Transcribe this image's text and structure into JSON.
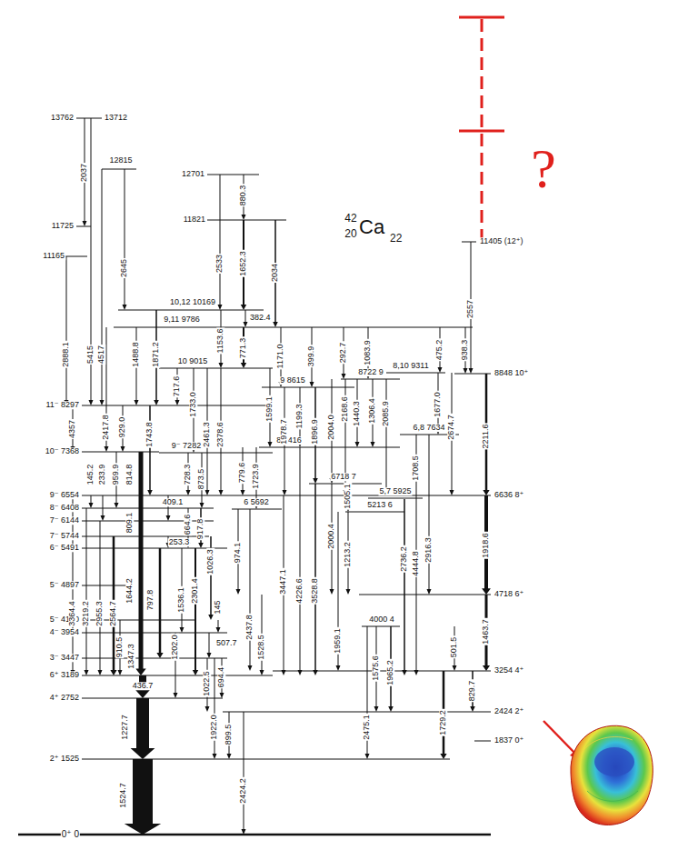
{
  "diagram": {
    "labels": [
      "0⁺ 0",
      "2⁺ 1525",
      "4⁺ 2752",
      "6⁺ 3189",
      "3⁻ 3447",
      "4⁻ 3954",
      "5⁻ 4100",
      "5⁻ 4897",
      "6⁻ 5491",
      "7⁻ 5744",
      "7⁻ 6144",
      "8⁻ 6408",
      "9⁻ 6554",
      "10⁻ 7368",
      "11⁻ 8297",
      "11165",
      "11725",
      "13762",
      "13712",
      "12815",
      "12701",
      "11821",
      "10,12 10169",
      "9,11 9786",
      "10 9015",
      "9 8615",
      "8 7416",
      "9⁻ 7282",
      "6718 7",
      "6 5692",
      "5,7 5925",
      "5213 6",
      "4000 4",
      "6,8 7634",
      "8722 9",
      "8,10 9311",
      "11405 (12⁺)",
      "8848 10⁺",
      "6636 8⁺",
      "4718 6⁺",
      "3254 4⁺",
      "2424 2⁺",
      "1837 0⁺",
      "42",
      "20",
      "Ca",
      "22",
      "?",
      "2037",
      "2888.1",
      "5415",
      "4517",
      "2645",
      "4357",
      "2417.8",
      "929.0",
      "1743.8",
      "1488.8",
      "1871.2",
      "717.6",
      "1733.0",
      "2533",
      "1652.3",
      "880.3",
      "2034",
      "382.4",
      "1153.6",
      "771.3",
      "2461.3",
      "2378.6",
      "728.3",
      "873.5",
      "779.6",
      "1723.9",
      "1171.0",
      "399.9",
      "292.7",
      "1083.9",
      "1599.1",
      "1978.7",
      "1199.3",
      "1896.9",
      "2004.0",
      "2168.6",
      "1440.3",
      "1306.4",
      "2085.9",
      "475.2",
      "938.3",
      "1677.0",
      "2674.7",
      "2557",
      "2211.6",
      "145.2",
      "233.9",
      "959.9",
      "814.8",
      "809.1",
      "409.1",
      "664.6",
      "917.8",
      "253.3",
      "1026.3",
      "1708.5",
      "3364.4",
      "3219.2",
      "2955.3",
      "2564.7",
      "1644.2",
      "797.8",
      "1536.1",
      "2301.4",
      "145",
      "974.1",
      "2437.8",
      "3447.1",
      "4226.6",
      "3528.8",
      "2000.4",
      "1505.1",
      "1213.2",
      "2736.2",
      "4444.8",
      "2916.3",
      "1918.6",
      "1463.7",
      "501.5",
      "829.7",
      "910.5",
      "1347.3",
      "1202.0",
      "507.7",
      "1528.5",
      "1959.1",
      "1575.6",
      "1965.2",
      "436.7",
      "1022.5",
      "694.4",
      "1227.7",
      "1922.0",
      "899.5",
      "2475.1",
      "1729.2",
      "1524.7",
      "2424.2"
    ]
  }
}
